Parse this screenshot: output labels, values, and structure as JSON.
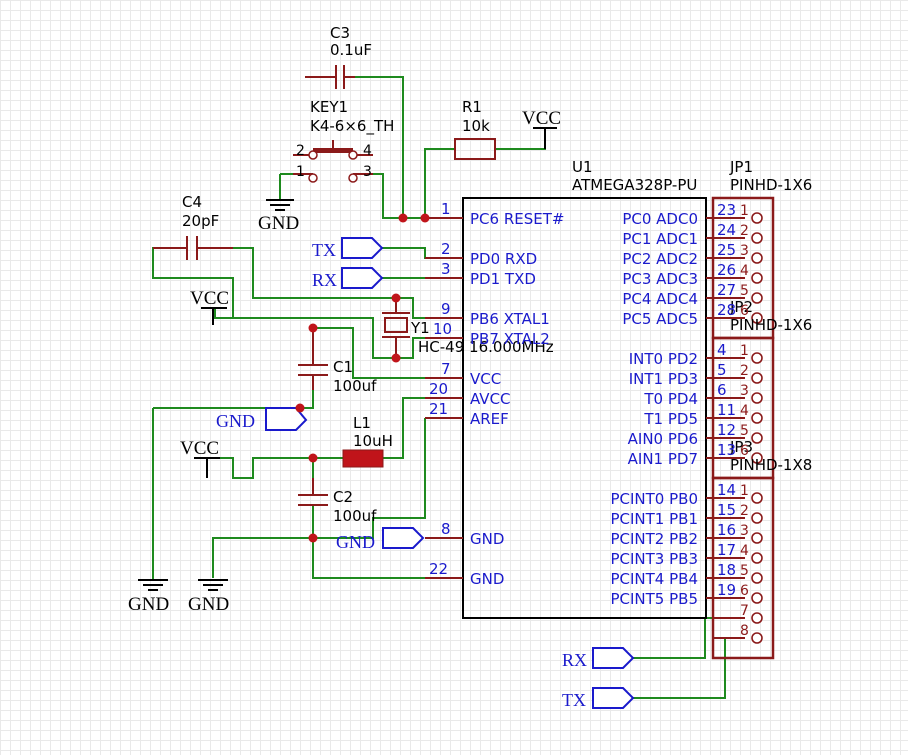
{
  "components": {
    "c3": {
      "ref": "C3",
      "value": "0.1uF"
    },
    "key1": {
      "ref": "KEY1",
      "value": "K4-6×6_TH",
      "pins": [
        "2",
        "4",
        "1",
        "3"
      ]
    },
    "r1": {
      "ref": "R1",
      "value": "10k"
    },
    "c4": {
      "ref": "C4",
      "value": "20pF"
    },
    "c1": {
      "ref": "C1",
      "value": "100uf"
    },
    "l1": {
      "ref": "L1",
      "value": "10uH"
    },
    "c2": {
      "ref": "C2",
      "value": "100uf"
    },
    "y1": {
      "ref": "Y1",
      "value": "HC-49 16.000MHz"
    },
    "u1": {
      "ref": "U1",
      "value": "ATMEGA328P-PU"
    },
    "jp1": {
      "ref": "JP1",
      "value": "PINHD-1X6"
    },
    "jp2": {
      "ref": "JP2",
      "value": "PINHD-1X6"
    },
    "jp3": {
      "ref": "JP3",
      "value": "PINHD-1X8"
    }
  },
  "power": {
    "vcc": "VCC",
    "gnd": "GND"
  },
  "netports": {
    "tx": "TX",
    "rx": "RX",
    "gnd": "GND"
  },
  "u1_left_pins": [
    {
      "num": "1",
      "name": "PC6 RESET#"
    },
    {
      "num": "2",
      "name": "PD0 RXD"
    },
    {
      "num": "3",
      "name": "PD1 TXD"
    },
    {
      "num": "9",
      "name": "PB6 XTAL1"
    },
    {
      "num": "10",
      "name": "PB7 XTAL2"
    },
    {
      "num": "7",
      "name": "VCC"
    },
    {
      "num": "20",
      "name": "AVCC"
    },
    {
      "num": "21",
      "name": "AREF"
    },
    {
      "num": "8",
      "name": "GND"
    },
    {
      "num": "22",
      "name": "GND"
    }
  ],
  "u1_right_pins": [
    {
      "num": "23",
      "name": "PC0 ADC0"
    },
    {
      "num": "24",
      "name": "PC1 ADC1"
    },
    {
      "num": "25",
      "name": "PC2 ADC2"
    },
    {
      "num": "26",
      "name": "PC3 ADC3"
    },
    {
      "num": "27",
      "name": "PC4 ADC4"
    },
    {
      "num": "28",
      "name": "PC5 ADC5"
    },
    {
      "num": "4",
      "name": "INT0 PD2"
    },
    {
      "num": "5",
      "name": "INT1 PD3"
    },
    {
      "num": "6",
      "name": "T0 PD4"
    },
    {
      "num": "11",
      "name": "T1 PD5"
    },
    {
      "num": "12",
      "name": "AIN0 PD6"
    },
    {
      "num": "13",
      "name": "AIN1 PD7"
    },
    {
      "num": "14",
      "name": "PCINT0 PB0"
    },
    {
      "num": "15",
      "name": "PCINT1 PB1"
    },
    {
      "num": "16",
      "name": "PCINT2 PB2"
    },
    {
      "num": "17",
      "name": "PCINT3 PB3"
    },
    {
      "num": "18",
      "name": "PCINT4 PB4"
    },
    {
      "num": "19",
      "name": "PCINT5 PB5"
    }
  ],
  "header_pins": [
    "1",
    "2",
    "3",
    "4",
    "5",
    "6",
    "1",
    "2",
    "3",
    "4",
    "5",
    "6",
    "1",
    "2",
    "3",
    "4",
    "5",
    "6",
    "7",
    "8"
  ],
  "colors": {
    "wire": "#1e8a1e",
    "part": "#8b1a1a",
    "pin_label": "#1a1acc",
    "junction": "#c0141a"
  }
}
